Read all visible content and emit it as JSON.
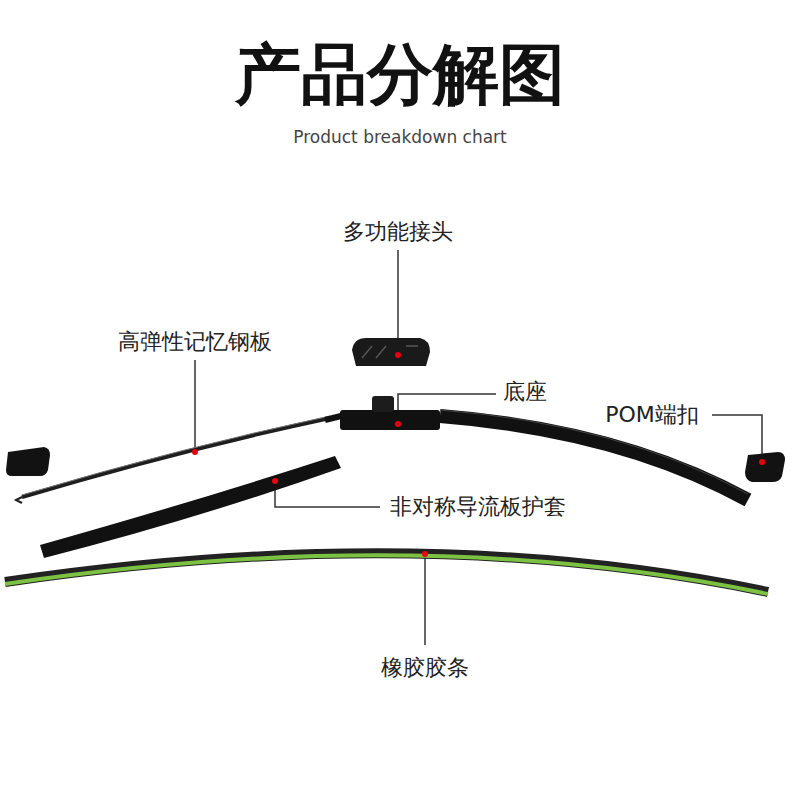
{
  "diagram": {
    "title": "产品分解图",
    "labels": [
      "Product breakdown chart",
      "多功能接头",
      "高弹性记忆钢板",
      "底座",
      "POM端扣",
      "非对称导流板护套",
      "橡胶胶条"
    ]
  }
}
